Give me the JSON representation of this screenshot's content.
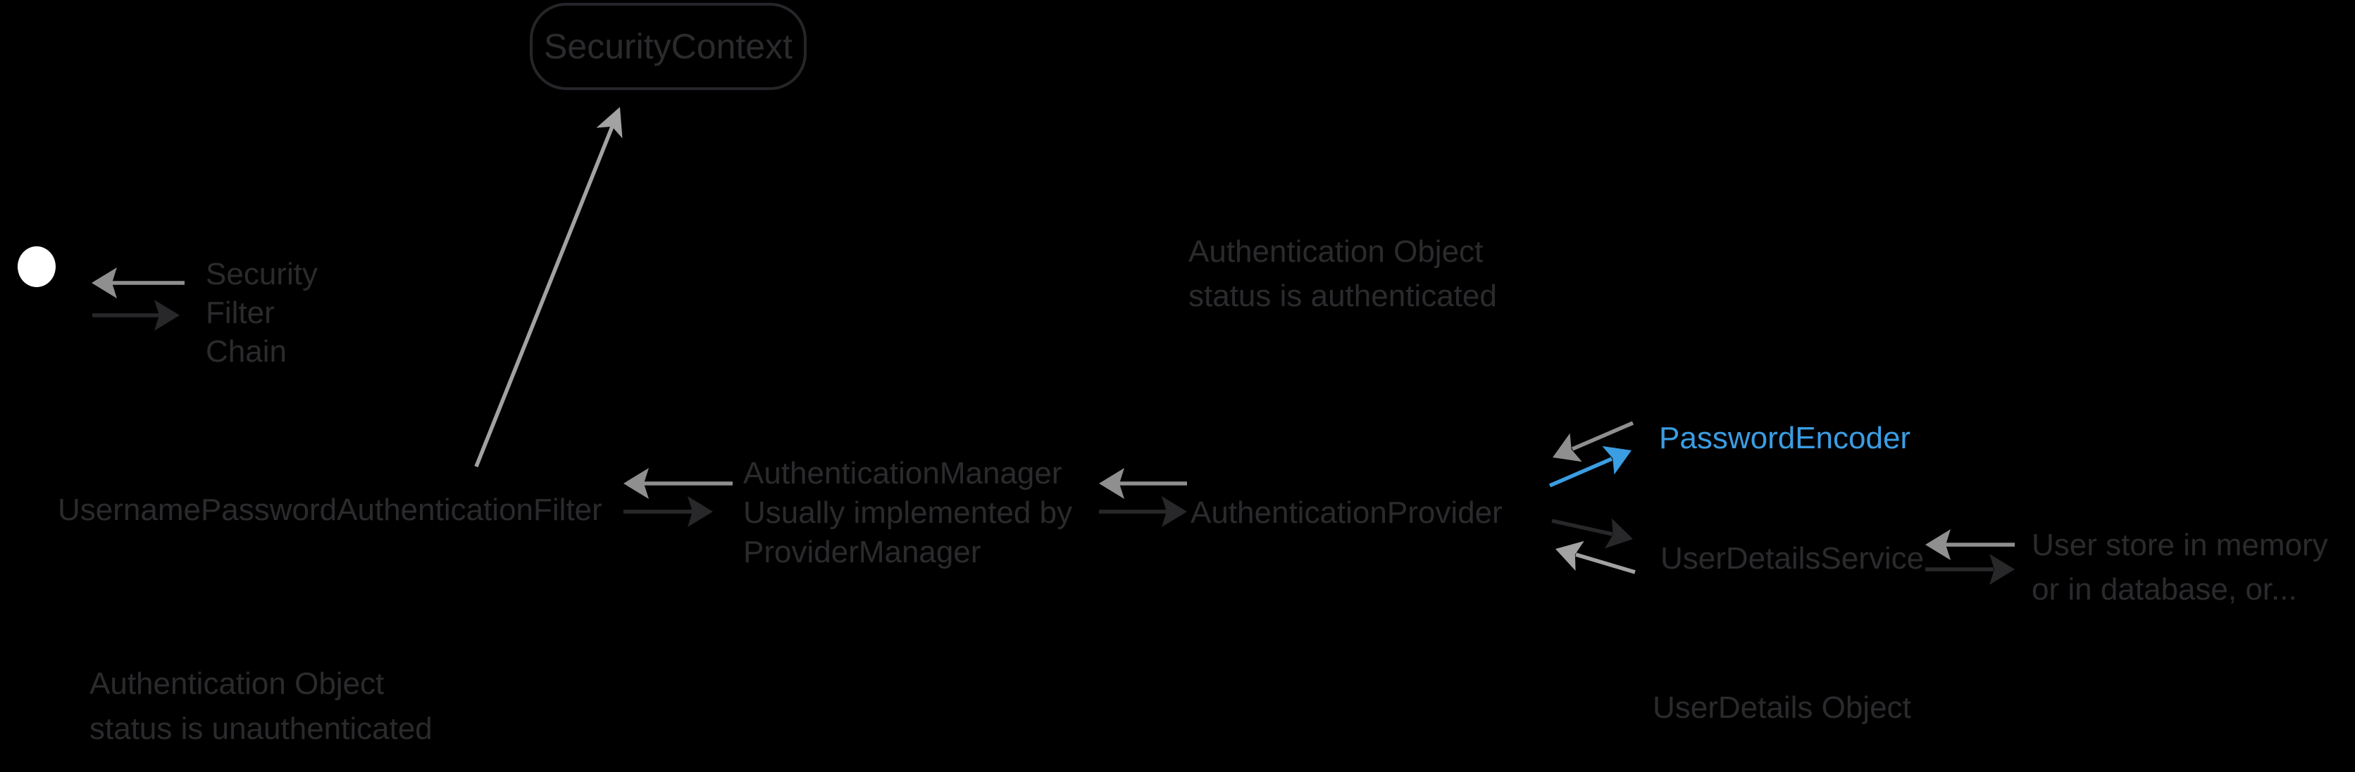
{
  "colors": {
    "background": "#000000",
    "text": "#2b2b2e",
    "node_border": "#26262a",
    "arrow_dark": "#28282b",
    "arrow_gray": "#8f8f8f",
    "arrow_gray_light": "#a2a2a2",
    "accent_blue": "#3b9de2",
    "client_dot": "#ffffff"
  },
  "nodes": {
    "security_context": "SecurityContext",
    "security_filter_chain": "Security\nFilter\nChain",
    "authentication_object_authenticated": "Authentication Object\nstatus is authenticated",
    "username_password_authentication_filter": "UsernamePasswordAuthenticationFilter",
    "authentication_manager": "AuthenticationManager\nUsually implemented by\nProviderManager",
    "authentication_provider": "AuthenticationProvider",
    "password_encoder": "PasswordEncoder",
    "user_details_service": "UserDetailsService",
    "user_store": "User store in memory\nor in database, or...",
    "authentication_object_unauthenticated": "Authentication Object\nstatus is unauthenticated",
    "user_details_object": "UserDetails Object"
  }
}
